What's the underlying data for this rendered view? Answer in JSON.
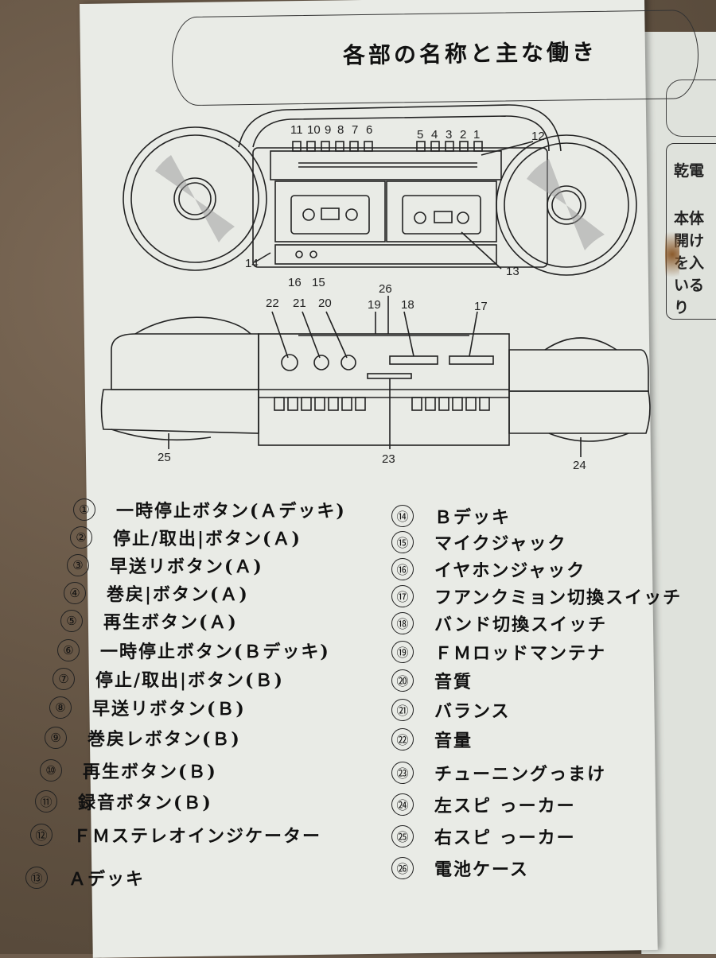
{
  "title": "各部の名称と主な働き",
  "side_page": {
    "lines": [
      "乾電",
      "本体",
      "開け",
      "を入",
      "いる",
      "り"
    ]
  },
  "diagram": {
    "front_labels": [
      "11",
      "10",
      "9",
      "8",
      "7",
      "6",
      "5",
      "4",
      "3",
      "2",
      "1",
      "12",
      "14",
      "16",
      "15",
      "13"
    ],
    "top_labels": [
      "26",
      "22",
      "21",
      "20",
      "19",
      "18",
      "17",
      "23",
      "25",
      "24"
    ]
  },
  "parts": [
    {
      "mark": "①",
      "label": "一時停止ボタン(Ａデッキ)"
    },
    {
      "mark": "②",
      "label": "停止/取出|ボタン(Ａ)"
    },
    {
      "mark": "③",
      "label": "早送リボタン(Ａ)"
    },
    {
      "mark": "④",
      "label": "巻戻|ボタン(Ａ)"
    },
    {
      "mark": "⑤",
      "label": "再生ボタン(Ａ)"
    },
    {
      "mark": "⑥",
      "label": "一時停止ボタン(Ｂデッキ)"
    },
    {
      "mark": "⑦",
      "label": "停止/取出|ボタン(Ｂ)"
    },
    {
      "mark": "⑧",
      "label": "早送リボタン(Ｂ)"
    },
    {
      "mark": "⑨",
      "label": "巻戻レボタン(Ｂ)"
    },
    {
      "mark": "⑩",
      "label": "再生ボタン(Ｂ)"
    },
    {
      "mark": "⑪",
      "label": "録音ボタン(Ｂ)"
    },
    {
      "mark": "⑫",
      "label": "ＦＭステレオインジケーター"
    },
    {
      "mark": "⑬",
      "label": "Ａデッキ"
    },
    {
      "mark": "⑭",
      "label": "Ｂデッキ"
    },
    {
      "mark": "⑮",
      "label": "マイクジャック"
    },
    {
      "mark": "⑯",
      "label": "イヤホンジャック"
    },
    {
      "mark": "⑰",
      "label": "フアンクミョン切換スイッチ"
    },
    {
      "mark": "⑱",
      "label": "バンド切換スイッチ"
    },
    {
      "mark": "⑲",
      "label": "ＦＭロッドマンテナ"
    },
    {
      "mark": "⑳",
      "label": "音質"
    },
    {
      "mark": "㉑",
      "label": "バランス"
    },
    {
      "mark": "㉒",
      "label": "音量"
    },
    {
      "mark": "㉓",
      "label": "チューニングっまけ"
    },
    {
      "mark": "㉔",
      "label": "左スピ っーカー"
    },
    {
      "mark": "㉕",
      "label": "右スピ っーカー"
    },
    {
      "mark": "㉖",
      "label": "電池ケース"
    }
  ]
}
